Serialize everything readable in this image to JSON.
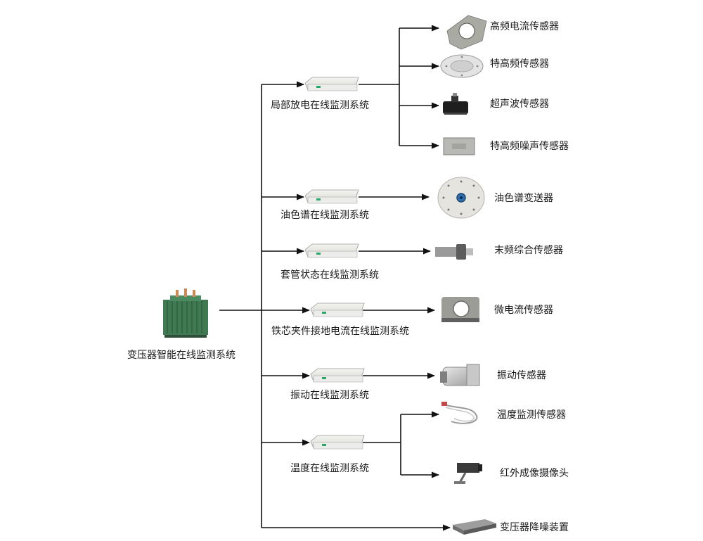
{
  "root": {
    "label": "变压器智能在线监测系统"
  },
  "systems": [
    {
      "label": "局部放电在线监测系统"
    },
    {
      "label": "油色谱在线监测系统"
    },
    {
      "label": "套管状态在线监测系统"
    },
    {
      "label": "铁芯夹件接地电流在线监测系统"
    },
    {
      "label": "振动在线监测系统"
    },
    {
      "label": "温度在线监测系统"
    }
  ],
  "sensors": [
    {
      "label": "高频电流传感器",
      "icon": "ring-ct-icon"
    },
    {
      "label": "特高频传感器",
      "icon": "disc-antenna-icon"
    },
    {
      "label": "超声波传感器",
      "icon": "ultrasonic-probe-icon"
    },
    {
      "label": "特高频噪声传感器",
      "icon": "noise-panel-icon"
    },
    {
      "label": "油色谱变送器",
      "icon": "flange-disc-icon"
    },
    {
      "label": "末频综合传感器",
      "icon": "cylinder-probe-icon"
    },
    {
      "label": "微电流传感器",
      "icon": "micro-ct-icon"
    },
    {
      "label": "振动传感器",
      "icon": "vibration-sensor-icon"
    },
    {
      "label": "温度监测传感器",
      "icon": "fiber-temp-icon"
    },
    {
      "label": "红外成像摄像头",
      "icon": "ir-camera-icon"
    },
    {
      "label": "变压器降噪装置",
      "icon": "noise-reduction-icon"
    }
  ]
}
